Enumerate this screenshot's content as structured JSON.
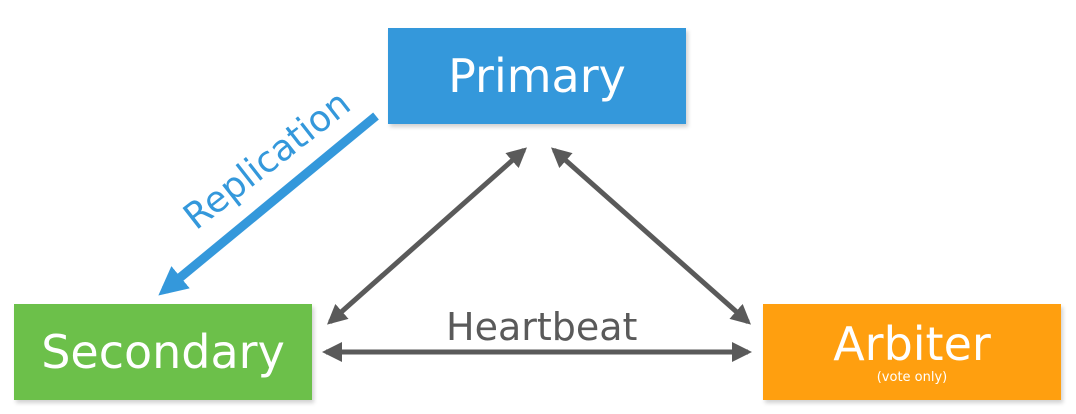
{
  "nodes": {
    "primary": {
      "label": "Primary"
    },
    "secondary": {
      "label": "Secondary"
    },
    "arbiter": {
      "label": "Arbiter",
      "sublabel": "(vote only)"
    }
  },
  "edges": {
    "replication": {
      "label": "Replication"
    },
    "heartbeat": {
      "label": "Heartbeat"
    }
  },
  "colors": {
    "primary": "#3498db",
    "secondary": "#6cc04a",
    "arbiter": "#ff9f0f",
    "heartbeat_arrow": "#5a5a5a",
    "replication_arrow": "#3498db"
  }
}
